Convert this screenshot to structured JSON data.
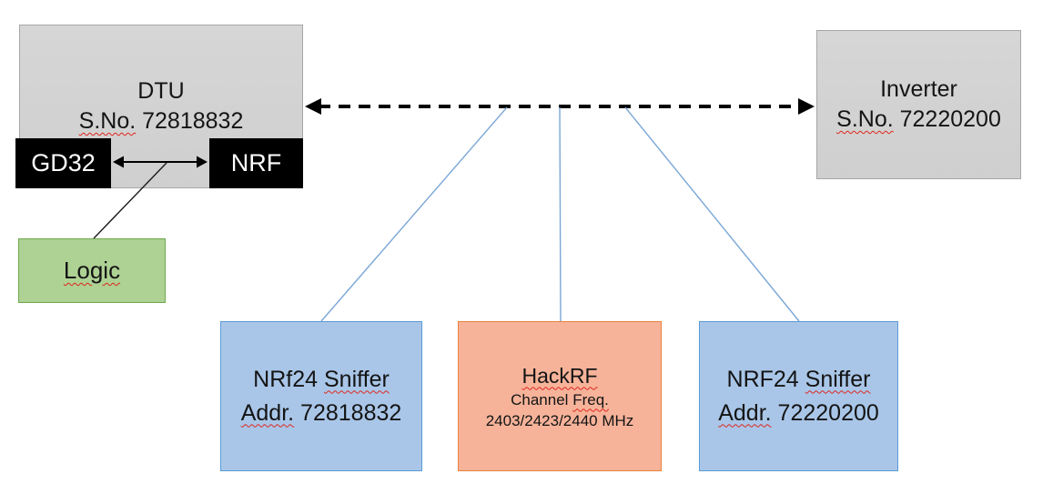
{
  "diagram": {
    "dtu": {
      "title": "DTU",
      "serial_label": "S.No.",
      "serial": "72818832"
    },
    "gd32": {
      "label": "GD32"
    },
    "nrf": {
      "label": "NRF"
    },
    "logic": {
      "label": "Logic"
    },
    "inverter": {
      "title": "Inverter",
      "serial_label": "S.No.",
      "serial": "72220200"
    },
    "sniffer_left": {
      "name_prefix": "NRf24",
      "name_wavy": "Sniffer",
      "addr_label": "Addr.",
      "addr": "72818832"
    },
    "hackrf": {
      "title": "HackRF",
      "channel_prefix": "Channel",
      "channel_wavy": "Freq.",
      "freq": "2403/2423/2440 MHz"
    },
    "sniffer_right": {
      "name_prefix": "NRF24",
      "name_wavy": "Sniffer",
      "addr_label": "Addr.",
      "addr": "72220200"
    },
    "colors": {
      "gray_fill": "#d2d2d2",
      "gray_border": "#a7a7a7",
      "black_fill": "#000000",
      "green_fill": "#aed194",
      "green_border": "#6fa84e",
      "blue_fill": "#a9c6e8",
      "blue_border": "#5b9bd5",
      "orange_fill": "#f6b39a",
      "orange_border": "#e8813c",
      "connector_blue": "#7aa7d6",
      "arrow_black": "#000000",
      "squiggle_red": "#e0261d"
    }
  }
}
